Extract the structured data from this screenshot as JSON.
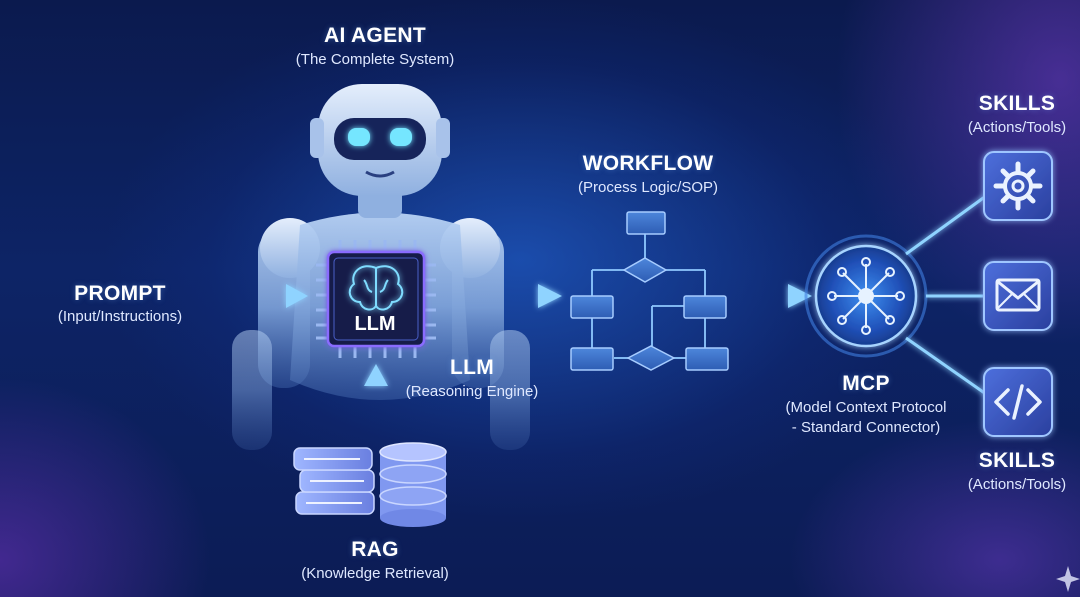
{
  "colors": {
    "background": "#0c1f5c",
    "accent_cyan": "#5fd4ff",
    "accent_violet": "#9b7bff",
    "box_fill": "#3a6fc9"
  },
  "agent": {
    "title": "AI AGENT",
    "subtitle": "(The Complete System)"
  },
  "prompt": {
    "title": "PROMPT",
    "subtitle": "(Input/Instructions)"
  },
  "llm_chip": {
    "label": "LLM",
    "icon": "brain-icon"
  },
  "llm": {
    "title": "LLM",
    "subtitle": "(Reasoning Engine)"
  },
  "rag": {
    "title": "RAG",
    "subtitle": "(Knowledge Retrieval)",
    "icons": [
      "books-icon",
      "database-icon"
    ]
  },
  "workflow": {
    "title": "WORKFLOW",
    "subtitle": "(Process Logic/SOP)"
  },
  "mcp": {
    "title": "MCP",
    "subtitle_line1": "(Model Context Protocol",
    "subtitle_line2": "- Standard Connector)",
    "icon": "hub-network-icon"
  },
  "skills_top": {
    "title": "SKILLS",
    "subtitle": "(Actions/Tools)"
  },
  "skills_bottom": {
    "title": "SKILLS",
    "subtitle": "(Actions/Tools)"
  },
  "skill_icons": [
    "gear-icon",
    "mail-icon",
    "code-icon"
  ]
}
